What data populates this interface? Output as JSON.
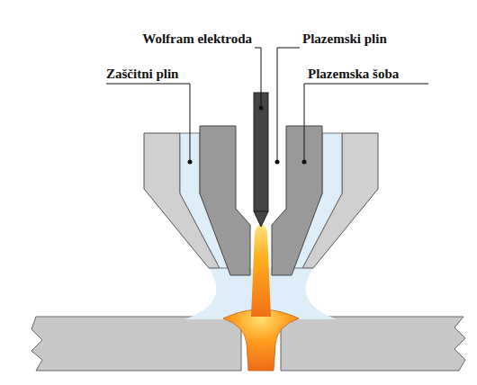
{
  "diagram": {
    "labels": [
      "Wolfram elektroda",
      "Plazemski plin",
      "Zaščitni plin",
      "Plazemska šoba"
    ]
  }
}
